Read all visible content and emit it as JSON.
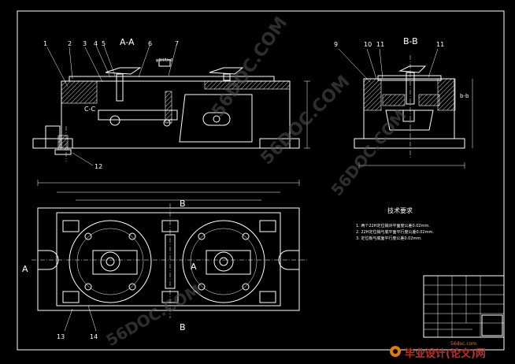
{
  "drawing": {
    "section_aa_title": "A-A",
    "section_bb_title": "B-B",
    "section_cc_label": "C-C",
    "view_arrow_b_top": "B",
    "view_arrow_b_bottom": "B",
    "view_arrow_a_left": "A",
    "view_arrow_a_center": "A",
    "bb_label": "b-b",
    "part_numbers_aa": [
      "1",
      "2",
      "3",
      "4",
      "5",
      "6",
      "7"
    ],
    "part_numbers_bb": [
      "9",
      "10",
      "11"
    ],
    "part_numbers_bottom": [
      "12",
      "13",
      "14"
    ]
  },
  "tech_requirements": {
    "title": "技术要求",
    "items": [
      "1. 两个22H定位销对平面度公差0.02mm.",
      "2. 22H定位销与底平面平行度公差0.02mm.",
      "3. 定位板与底面平行度公差0.02mm."
    ]
  },
  "watermarks": [
    "56DOC.COM",
    "56DOC.COM",
    "56DOC.COM",
    "56DOC.COM"
  ],
  "footer": {
    "logo_site": "56doc.com",
    "logo_text": "毕业设计(论文)网"
  },
  "colors": {
    "background": "#000000",
    "lines": "#ffffff",
    "watermark": "#555555",
    "logo_orange": "#e07a10",
    "logo_red": "#c0302a"
  }
}
